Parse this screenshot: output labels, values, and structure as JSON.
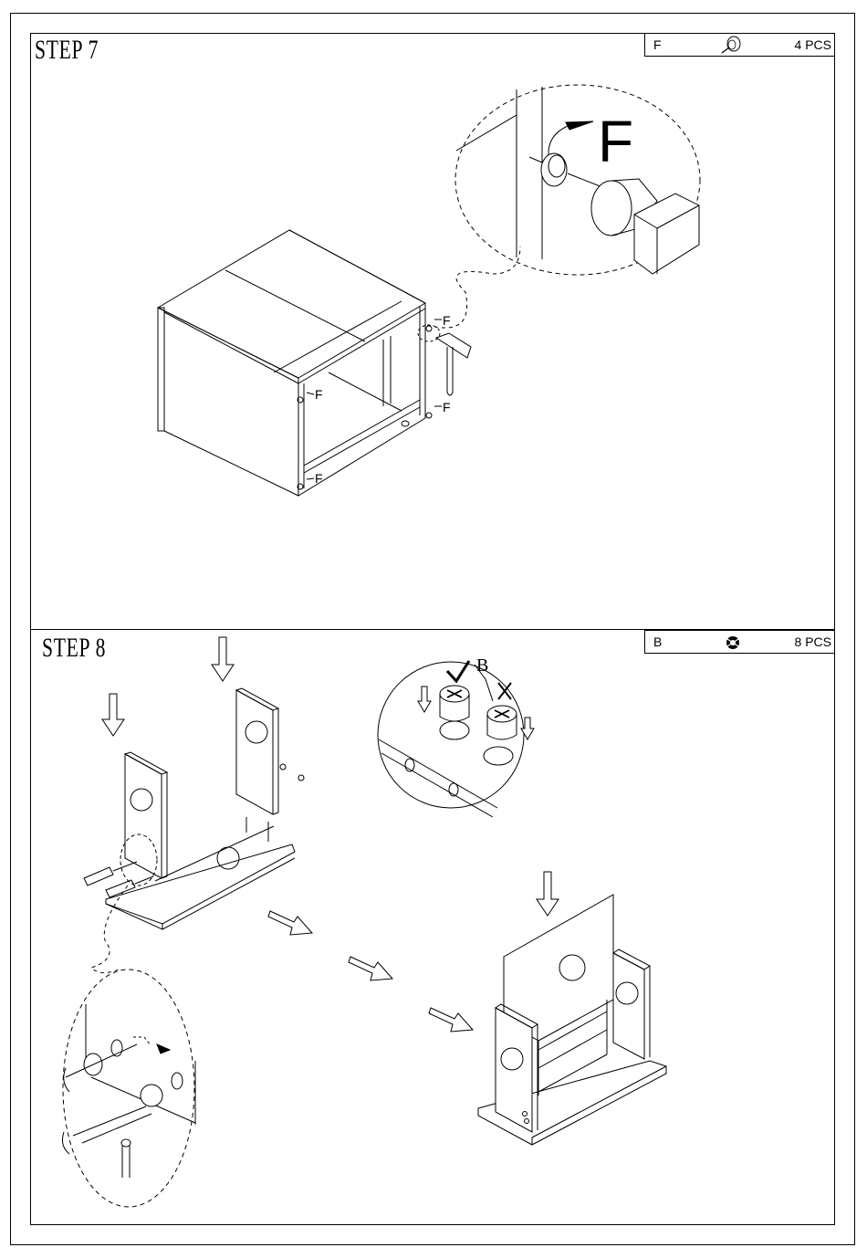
{
  "steps": [
    {
      "title": "STEP 7",
      "part": {
        "letter": "F",
        "icon": "cam-bolt-icon",
        "qty": "4 PCS"
      },
      "callout_label": "F",
      "labels": [
        "F",
        "F",
        "F",
        "F"
      ]
    },
    {
      "title": "STEP 8",
      "part": {
        "letter": "B",
        "icon": "cam-lock-icon",
        "qty": "8 PCS"
      },
      "callout_label": "B"
    }
  ]
}
